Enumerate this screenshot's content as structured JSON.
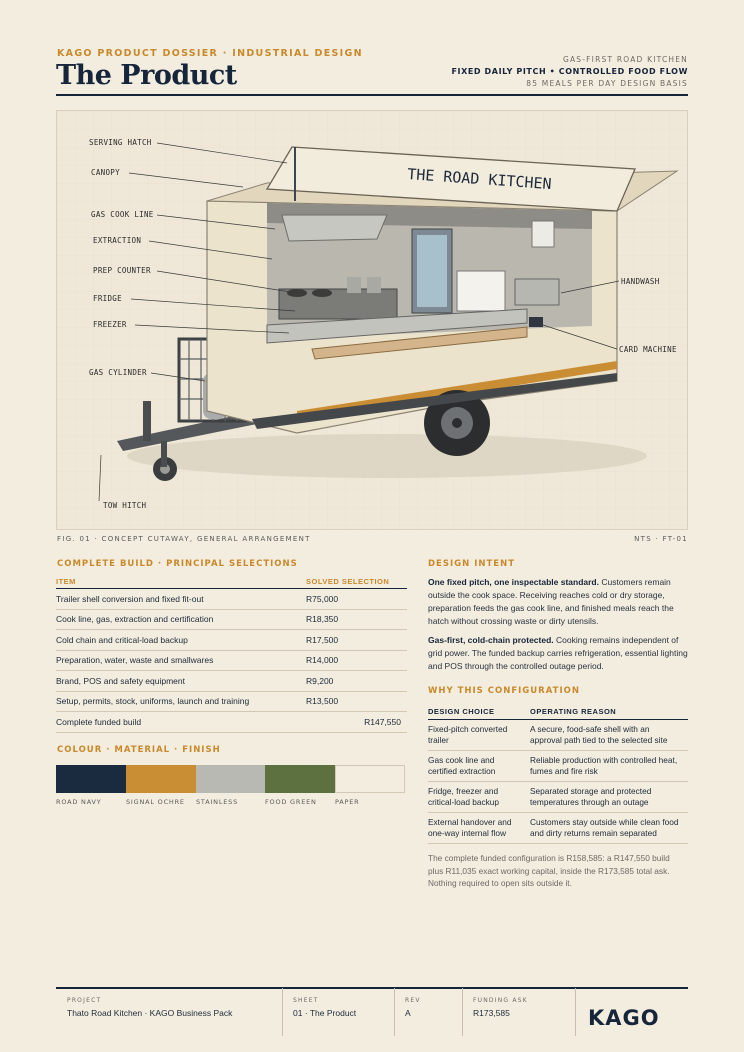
{
  "header": {
    "kicker": "KAGO PRODUCT DOSSIER · INDUSTRIAL DESIGN",
    "title": "The Product",
    "right_line1": "GAS-FIRST ROAD KITCHEN",
    "right_line2": "FIXED DAILY PITCH • CONTROLLED FOOD FLOW",
    "right_line3": "85 MEALS PER DAY DESIGN BASIS"
  },
  "figure": {
    "sign_text": "THE ROAD KITCHEN",
    "callouts": [
      "SERVING HATCH",
      "CANOPY",
      "GAS COOK LINE",
      "EXTRACTION",
      "PREP COUNTER",
      "FRIDGE",
      "FREEZER",
      "GAS CYLINDER",
      "TOW HITCH",
      "HANDWASH",
      "CARD MACHINE"
    ],
    "caption_left": "FIG. 01 · CONCEPT CUTAWAY, GENERAL ARRANGEMENT",
    "caption_right": "NTS · FT-01"
  },
  "build": {
    "heading": "COMPLETE BUILD · PRINCIPAL SELECTIONS",
    "col_item": "ITEM",
    "col_selection": "SOLVED SELECTION",
    "rows": [
      {
        "item": "Trailer shell conversion and fixed fit-out",
        "value": "R75,000"
      },
      {
        "item": "Cook line, gas, extraction and certification",
        "value": "R18,350"
      },
      {
        "item": "Cold chain and critical-load backup",
        "value": "R17,500"
      },
      {
        "item": "Preparation, water, waste and smallwares",
        "value": "R14,000"
      },
      {
        "item": "Brand, POS and safety equipment",
        "value": "R9,200"
      },
      {
        "item": "Setup, permits, stock, uniforms, launch and training",
        "value": "R13,500"
      }
    ],
    "total_label": "Complete funded build",
    "total_value": "R147,550"
  },
  "finish": {
    "heading": "COLOUR · MATERIAL · FINISH",
    "swatches": [
      {
        "label": "ROAD NAVY",
        "color": "#1a2b40"
      },
      {
        "label": "SIGNAL OCHRE",
        "color": "#c98d33"
      },
      {
        "label": "STAINLESS",
        "color": "#b9b9b3"
      },
      {
        "label": "FOOD GREEN",
        "color": "#5c7040"
      },
      {
        "label": "PAPER",
        "color": "#f3ede0"
      }
    ]
  },
  "intent": {
    "heading": "DESIGN INTENT",
    "p1_lead": "One fixed pitch, one inspectable standard.",
    "p1_body": " Customers remain outside the cook space. Receiving reaches cold or dry storage, preparation feeds the gas cook line, and finished meals reach the hatch without crossing waste or dirty utensils.",
    "p2_lead": "Gas-first, cold-chain protected.",
    "p2_body": " Cooking remains independent of grid power. The funded backup carries refrigeration, essential lighting and POS through the controlled outage period."
  },
  "why": {
    "heading": "WHY THIS CONFIGURATION",
    "col_choice": "DESIGN CHOICE",
    "col_reason": "OPERATING REASON",
    "rows": [
      {
        "choice": "Fixed-pitch converted trailer",
        "reason": "A secure, food-safe shell with an approval path tied to the selected site"
      },
      {
        "choice": "Gas cook line and certified extraction",
        "reason": "Reliable production with controlled heat, fumes and fire risk"
      },
      {
        "choice": "Fridge, freezer and critical-load backup",
        "reason": "Separated storage and protected temperatures through an outage"
      },
      {
        "choice": "External handover and one-way internal flow",
        "reason": "Customers stay outside while clean food and dirty returns remain separated"
      }
    ],
    "note": "The complete funded configuration is R158,585: a R147,550 build plus R11,035 exact working capital, inside the R173,585 total ask. Nothing required to open sits outside it."
  },
  "footer": {
    "project_label": "PROJECT",
    "project_value": "Thato Road Kitchen · KAGO Business Pack",
    "sheet_label": "SHEET",
    "sheet_value": "01 · The Product",
    "rev_label": "REV",
    "rev_value": "A",
    "ask_label": "FUNDING ASK",
    "ask_value": "R173,585",
    "logo": "KAGO"
  }
}
